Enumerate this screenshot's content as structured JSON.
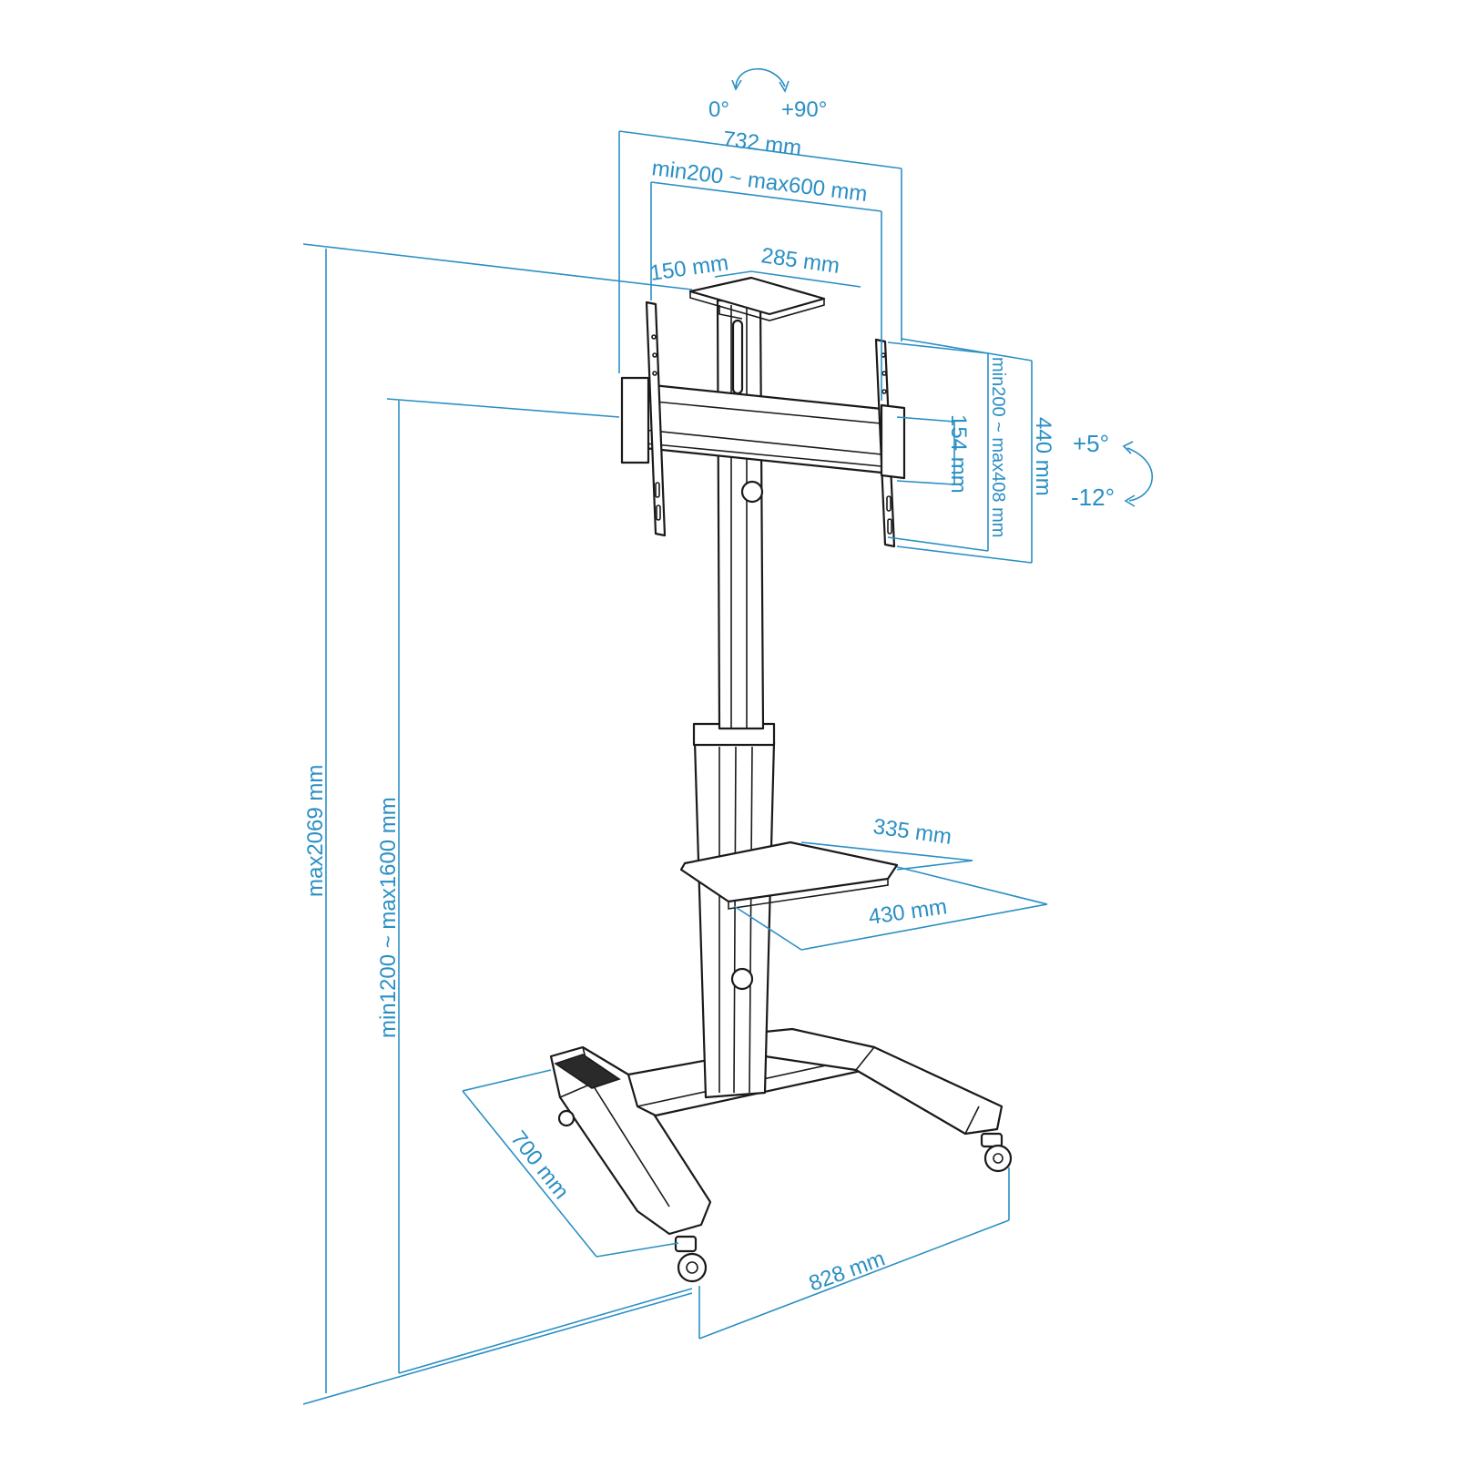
{
  "colors": {
    "dimension": "#2a8fc4",
    "outline": "#1a1a1a",
    "background": "#ffffff"
  },
  "labels": {
    "rot_0": "0°",
    "rot_90": "+90°",
    "width_732": "732  mm",
    "vesa_h": "min200 ~ max600 mm",
    "tray_150": "150 mm",
    "tray_285": "285 mm",
    "bracket_154": "154 mm",
    "vesa_v": "min200 ~ max408 mm",
    "height_440": "440 mm",
    "tilt_up": "+5°",
    "tilt_down": "-12°",
    "total_height": "max2069 mm",
    "center_height": "min1200 ~ max1600 mm",
    "shelf_335": "335 mm",
    "shelf_430": "430 mm",
    "base_700": "700 mm",
    "base_828": "828 mm"
  },
  "icons": [
    "rotate-arrow-icon",
    "tilt-arrow-icon"
  ]
}
